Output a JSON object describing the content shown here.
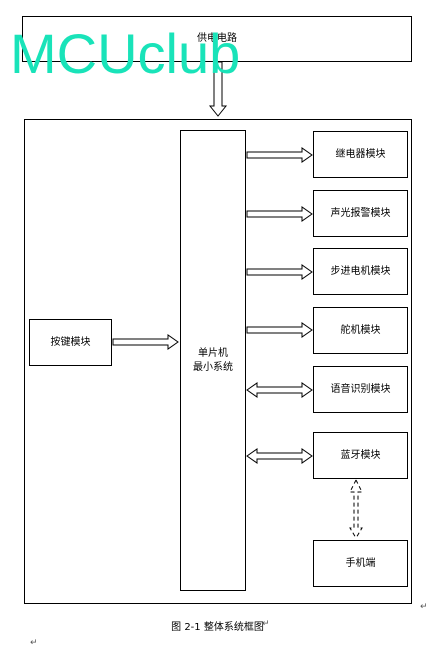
{
  "power_supply": "供电电路",
  "mcu": {
    "line1": "单片机",
    "line2": "最小系统"
  },
  "key_module": "按键模块",
  "modules": [
    "继电器模块",
    "声光报警模块",
    "步进电机模块",
    "舵机模块",
    "语音识别模块",
    "蓝牙模块"
  ],
  "phone": "手机端",
  "caption": "图 2-1 整体系统框图",
  "watermark": "MCUclub",
  "paragraph_mark": "↵",
  "watermark_color": "#19e3b9"
}
